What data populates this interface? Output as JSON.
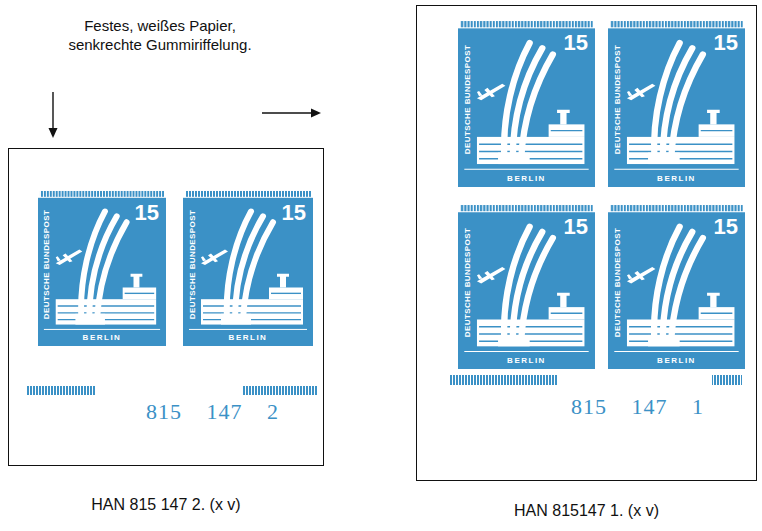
{
  "diagram": {
    "nodes": [
      {
        "text": [
          "815 147 2",
          "HAN 815 147 2. (x v)"
        ]
      },
      {
        "text": [
          "15",
          "DEUTSCHE BUNDESPOST",
          "BERLIN"
        ],
        "in": 0
      },
      {
        "text": [
          "15",
          "DEUTSCHE BUNDESPOST",
          "BERLIN"
        ],
        "in": 0
      },
      {
        "text": [
          "815 147 1",
          "HAN 815147 1. (x v)"
        ]
      },
      {
        "text": [
          "15",
          "DEUTSCHE BUNDESPOST",
          "BERLIN"
        ],
        "in": 3
      },
      {
        "text": [
          "15",
          "DEUTSCHE BUNDESPOST",
          "BERLIN"
        ],
        "in": 3
      },
      {
        "text": [
          "15",
          "DEUTSCHE BUNDESPOST",
          "BERLIN"
        ],
        "in": 3
      },
      {
        "text": [
          "15",
          "DEUTSCHE BUNDESPOST",
          "BERLIN"
        ],
        "in": 3
      }
    ],
    "labels": [
      "Festes, weißes Papier, senkrechte Gummiriffelung."
    ]
  }
}
